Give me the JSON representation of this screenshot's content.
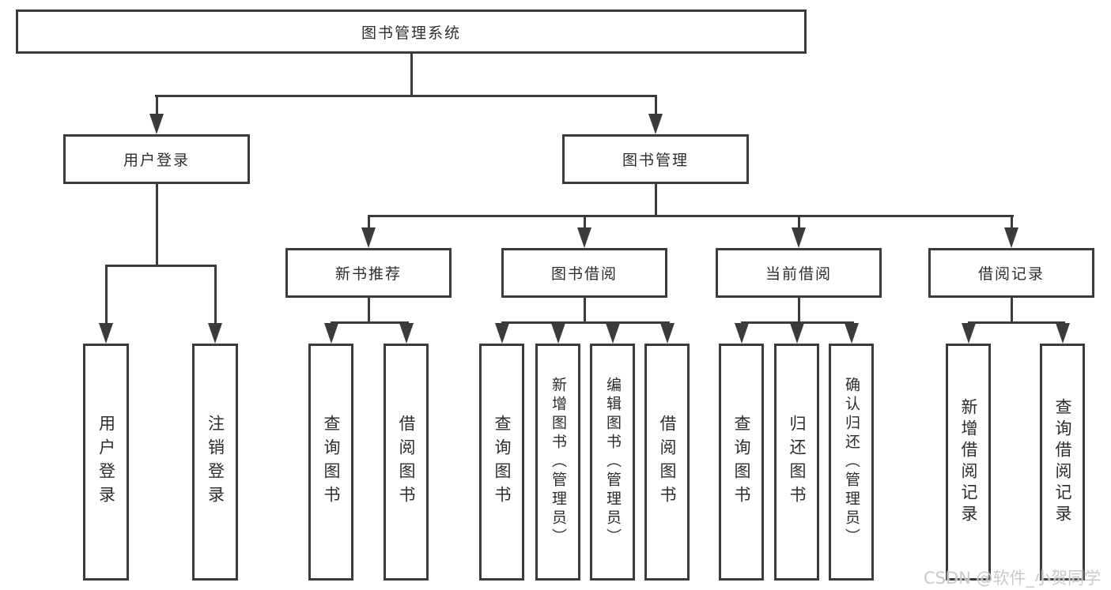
{
  "colors": {
    "line": "#3b3b3b",
    "text": "#2d2d2d",
    "background": "#ffffff",
    "watermark": "#c9c9c9"
  },
  "nodes": {
    "root": "图书管理系统",
    "userLogin": {
      "label": "用户登录",
      "leaves": [
        "用户登录",
        "注销登录"
      ]
    },
    "bookMgmt": {
      "label": "图书管理"
    },
    "newBookRec": {
      "label": "新书推荐",
      "leaves": [
        "查询图书",
        "借阅图书"
      ]
    },
    "bookBorrow": {
      "label": "图书借阅",
      "leaves": [
        "查询图书",
        "新增图书（管理员）",
        "编辑图书（管理员）",
        "借阅图书"
      ]
    },
    "currentBorrow": {
      "label": "当前借阅",
      "leaves": [
        "查询图书",
        "归还图书",
        "确认归还（管理员）"
      ]
    },
    "borrowRecords": {
      "label": "借阅记录",
      "leaves": [
        "新增借阅记录",
        "查询借阅记录"
      ]
    }
  },
  "watermark": "CSDN @软件_小贺同学"
}
